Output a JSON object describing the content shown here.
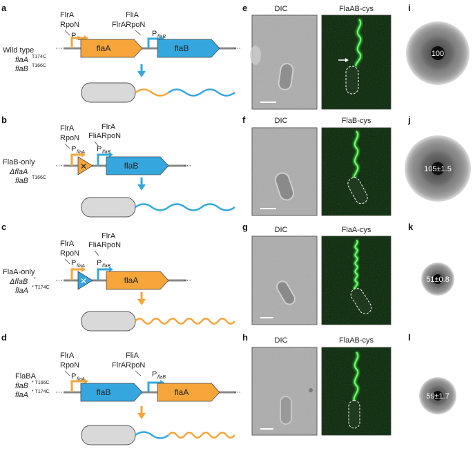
{
  "colors": {
    "flaA": "#f5a53a",
    "flaB": "#35a7de",
    "cell": "#d9d9d9",
    "fluor": "#39d13a"
  },
  "panels": [
    {
      "id": "a",
      "strain_name": "Wild type",
      "genotype_line1": "flaA",
      "genotype_line1_sup": "T174C",
      "genotype_line2": "flaB",
      "genotype_line2_sup": "T166C",
      "promoter1_factors": [
        "FlrA",
        "RpoN"
      ],
      "promoter1_label": "P",
      "promoter1_sub": "flaA",
      "promoter2_factors": [
        "FliA",
        "FlrARpoN"
      ],
      "promoter2_label": "P",
      "promoter2_sub": "flaB",
      "gene1": "flaA",
      "gene2": "flaB",
      "micro_label": "e",
      "dic_label": "DIC",
      "fluor_label": "FlaAB-cys",
      "swim_label": "i",
      "swim_value": "100",
      "swim_size": 1.0
    },
    {
      "id": "b",
      "strain_name": "FlaB-only",
      "genotype_line1": "ΔflaA",
      "genotype_line1_sup": "",
      "genotype_line2": "flaB",
      "genotype_line2_sup": "T166C",
      "promoter1_factors": [
        "FlrA",
        "RpoN"
      ],
      "promoter1_label": "P",
      "promoter1_sub": "flaA",
      "promoter2_factors": [
        "FlrA",
        "FliARpoN"
      ],
      "promoter2_label": "P",
      "promoter2_sub": "flaB",
      "gene2": "flaB",
      "micro_label": "f",
      "dic_label": "DIC",
      "fluor_label": "FlaB-cys",
      "swim_label": "j",
      "swim_value": "105±1.5",
      "swim_size": 1.05
    },
    {
      "id": "c",
      "strain_name": "FlaA-only",
      "genotype_line1": "ΔflaB",
      "genotype_line1_sup": "*",
      "genotype_line2": "flaA",
      "genotype_line2_sup": "* T174C",
      "promoter1_factors": [
        "FlrA",
        "RpoN"
      ],
      "promoter1_label": "P",
      "promoter1_sub": "flaA",
      "promoter2_factors": [
        "FlrA",
        "FliARpoN"
      ],
      "promoter2_label": "P",
      "promoter2_sub": "flaB",
      "gene2": "flaA",
      "micro_label": "g",
      "dic_label": "DIC",
      "fluor_label": "FlaA-cys",
      "swim_label": "k",
      "swim_value": "51±0.8",
      "swim_size": 0.51
    },
    {
      "id": "d",
      "strain_name": "FlaBA",
      "genotype_line1": "flaB",
      "genotype_line1_sup": "* T166C",
      "genotype_line2": "flaA",
      "genotype_line2_sup": "* T174C",
      "promoter1_factors": [
        "FlrA",
        "RpoN"
      ],
      "promoter1_label": "P",
      "promoter1_sub": "flaA",
      "promoter2_factors": [
        "FliA",
        "FlrARpoN"
      ],
      "promoter2_label": "P",
      "promoter2_sub": "flaB",
      "gene1": "flaB",
      "gene2": "flaA",
      "micro_label": "h",
      "dic_label": "DIC",
      "fluor_label": "FlaAB-cys",
      "swim_label": "l",
      "swim_value": "59±1.7",
      "swim_size": 0.59
    }
  ]
}
